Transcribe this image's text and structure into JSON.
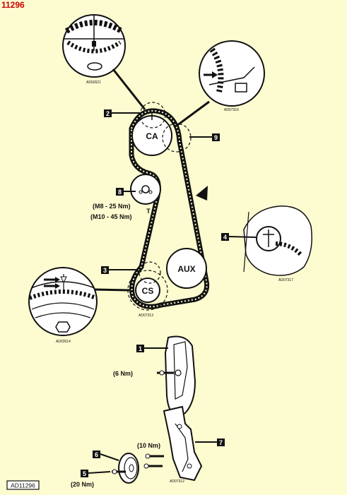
{
  "header": {
    "figure_number": "11296"
  },
  "footer": {
    "figure_code": "AD11296"
  },
  "pulleys": {
    "camshaft": "CA",
    "tensioner_mark": "T",
    "crankshaft": "CS",
    "auxiliary": "AUX"
  },
  "callouts": {
    "c1": "1",
    "c2": "2",
    "c3": "3",
    "c4": "4",
    "c5": "5",
    "c6": "6",
    "c7": "7",
    "c8": "8",
    "c9": "9"
  },
  "torques": {
    "m8": "(M8 - 25 Nm)",
    "m10": "(M10 - 45 Nm)",
    "cover_bolt": "(6 Nm)",
    "bracket_bolts": "(10 Nm)",
    "pulley_bolt": "(20 Nm)"
  },
  "detail_codes": {
    "camshaft_detail": "AD02621",
    "tensioner_detail": "AD07316",
    "crank_detail_left": "AD03014",
    "belt_layout": "AD07313",
    "aux_detail": "AD07317",
    "bracket_detail": "AD07312"
  },
  "colors": {
    "background": "#fdfbd0",
    "ink": "#111111",
    "header_red": "#cc0000"
  }
}
